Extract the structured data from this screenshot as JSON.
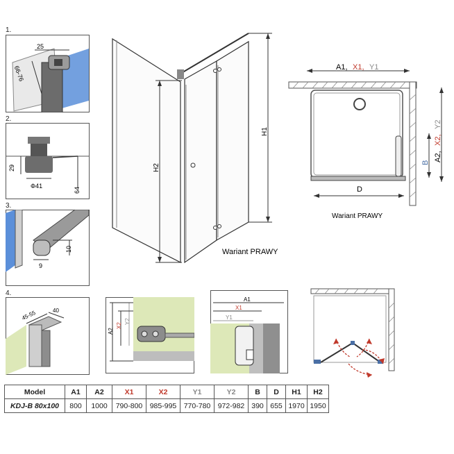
{
  "colors": {
    "red": "#c0392b",
    "grey": "#8a8a8a",
    "glass": "#5b8fd9",
    "wall": "#dde8b8"
  },
  "details": {
    "d1": {
      "num": "1.",
      "dim_top": "25",
      "dim_side": "66-76"
    },
    "d2": {
      "num": "2.",
      "dim_h": "29",
      "dim_diam": "Φ41",
      "dim_total": "64"
    },
    "d3": {
      "num": "3.",
      "dim_h": "10",
      "dim_w": "9"
    },
    "d4": {
      "num": "4.",
      "dim_range": "45-55",
      "dim_w": "40"
    }
  },
  "main_view": {
    "h1": "H1",
    "h2": "H2",
    "caption": "Wariant PRAWY"
  },
  "plan_view": {
    "top_a": "A1,",
    "top_b": "X1,",
    "top_c": "Y1",
    "side_a": "A2,",
    "side_b": "X2,",
    "side_c": "Y2",
    "b": "B",
    "d": "D",
    "caption": "Wariant PRAWY"
  },
  "detail_side": {
    "a2": "A2",
    "x2": "X2",
    "y2": "Y2"
  },
  "detail_top": {
    "a1": "A1",
    "x1": "X1",
    "y1": "Y1"
  },
  "table": {
    "headers": [
      "Model",
      "A1",
      "A2",
      "X1",
      "X2",
      "Y1",
      "Y2",
      "B",
      "D",
      "H1",
      "H2"
    ],
    "rows": [
      [
        "KDJ-B 80x100",
        "800",
        "1000",
        "790-800",
        "985-995",
        "770-780",
        "972-982",
        "390",
        "655",
        "1970",
        "1950"
      ]
    ]
  }
}
